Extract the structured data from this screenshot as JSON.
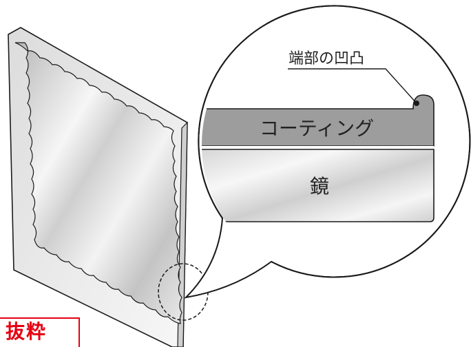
{
  "labels": {
    "edge_unevenness": "端部の凹凸",
    "coating": "コーティング",
    "mirror": "鏡"
  },
  "stamp": {
    "text": "抜粋"
  },
  "colors": {
    "outline": "#1a1a1a",
    "coating_band": "#9d9d9d",
    "mirror_light": "#f4f4f4",
    "mirror_dark": "#bfbfbf",
    "stamp_red": "#e60012"
  }
}
